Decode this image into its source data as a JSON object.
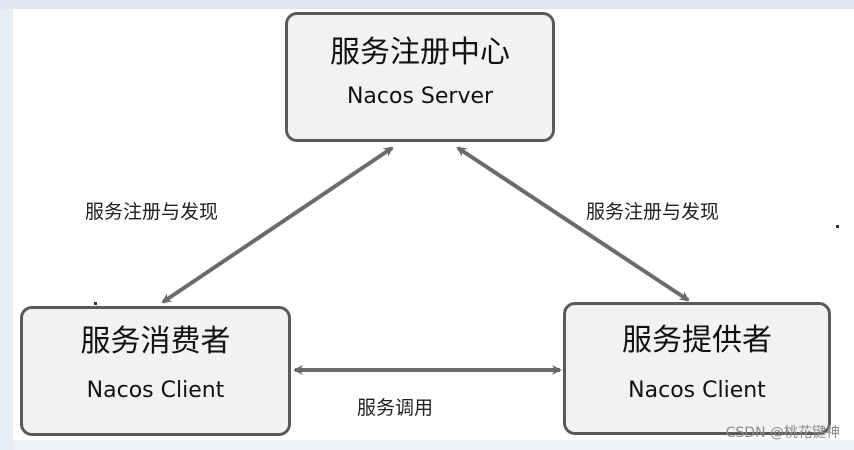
{
  "nodes": {
    "center": {
      "title": "服务注册中心",
      "subtitle": "Nacos Server"
    },
    "consumer": {
      "title": "服务消费者",
      "subtitle": "Nacos Client"
    },
    "provider": {
      "title": "服务提供者",
      "subtitle": "Nacos Client"
    }
  },
  "edges": {
    "left_label": "服务注册与发现",
    "right_label": "服务注册与发现",
    "bottom_label": "服务调用"
  },
  "watermark": "CSDN @桃花键神",
  "colors": {
    "node_fill": "#f2f2f2",
    "node_border": "#5a5a5a",
    "arrow": "#6b6b6b",
    "background": "#ffffff"
  }
}
